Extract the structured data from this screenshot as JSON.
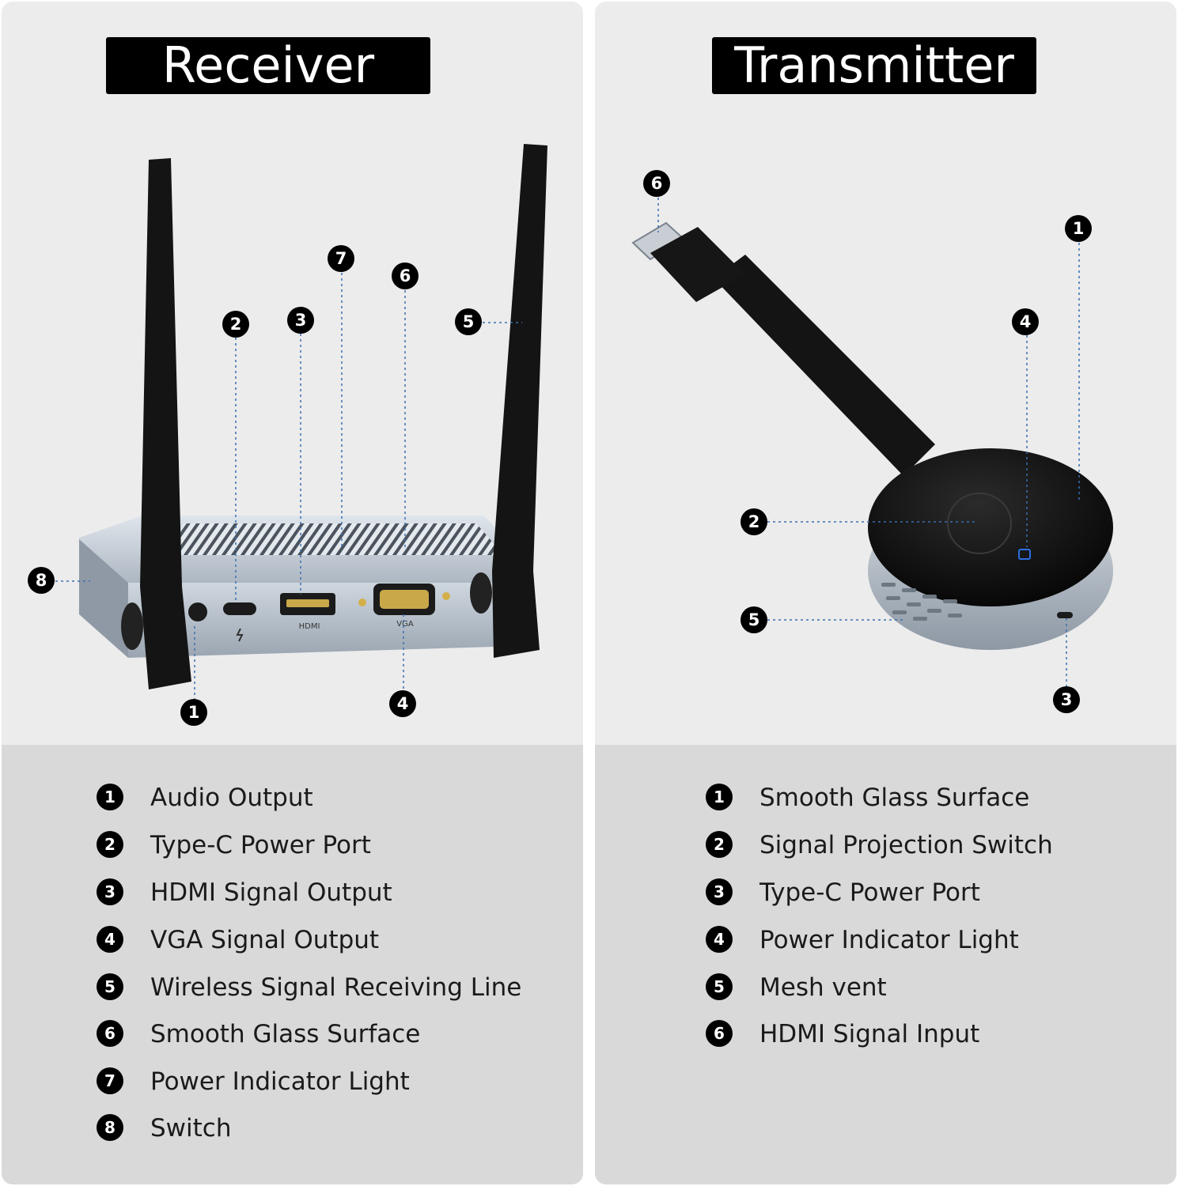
{
  "receiver": {
    "title": "Receiver",
    "port_labels": {
      "hdmi": "HDMI",
      "vga": "VGA"
    },
    "callouts": [
      "1",
      "2",
      "3",
      "4",
      "5",
      "6",
      "7",
      "8"
    ],
    "legend": [
      {
        "num": "1",
        "label": "Audio Output"
      },
      {
        "num": "2",
        "label": "Type-C Power Port"
      },
      {
        "num": "3",
        "label": "HDMI Signal Output"
      },
      {
        "num": "4",
        "label": "VGA Signal Output"
      },
      {
        "num": "5",
        "label": "Wireless Signal Receiving Line"
      },
      {
        "num": "6",
        "label": "Smooth Glass Surface"
      },
      {
        "num": "7",
        "label": "Power Indicator Light"
      },
      {
        "num": "8",
        "label": "Switch"
      }
    ]
  },
  "transmitter": {
    "title": "Transmitter",
    "callouts": [
      "1",
      "2",
      "3",
      "4",
      "5",
      "6"
    ],
    "legend": [
      {
        "num": "1",
        "label": "Smooth Glass Surface"
      },
      {
        "num": "2",
        "label": "Signal Projection Switch"
      },
      {
        "num": "3",
        "label": "Type-C Power Port"
      },
      {
        "num": "4",
        "label": "Power Indicator Light"
      },
      {
        "num": "5",
        "label": "Mesh vent"
      },
      {
        "num": "6",
        "label": "HDMI Signal Input"
      }
    ]
  },
  "colors": {
    "panel_top": "#ececec",
    "panel_bottom": "#d9d9d9",
    "badge": "#000000",
    "device_silver": "#b9c2cc",
    "device_black": "#111111",
    "indicator_blue": "#2a6fe0"
  }
}
